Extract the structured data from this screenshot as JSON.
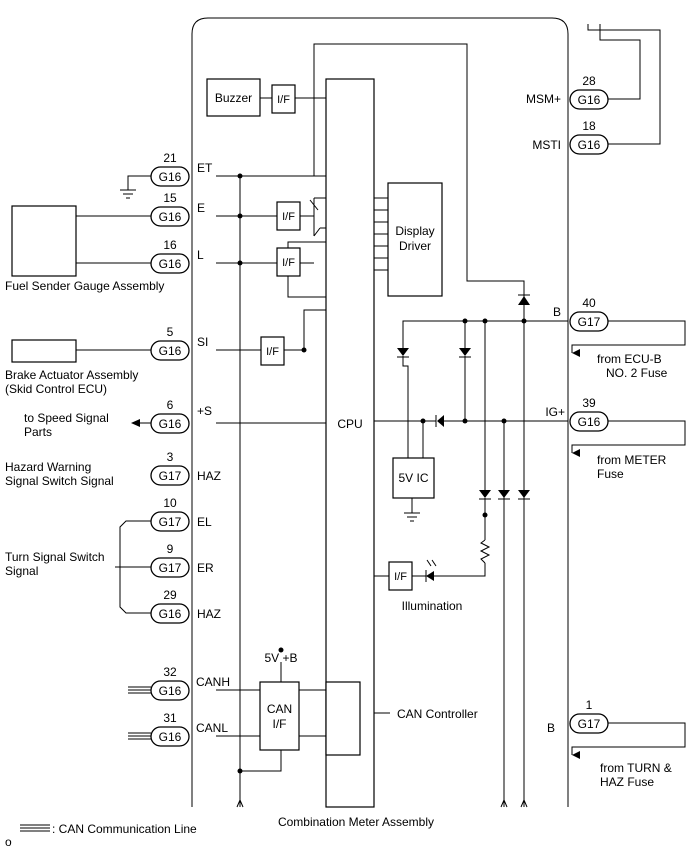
{
  "title": "Combination Meter Assembly",
  "legend": ": CAN Communication Line",
  "corner_mark": "o",
  "blocks": {
    "buzzer": "Buzzer",
    "interface": "I/F",
    "cpu": "CPU",
    "display_driver": [
      "Display",
      "Driver"
    ],
    "five_v_ic": "5V IC",
    "can_if": [
      "CAN",
      "I/F"
    ],
    "can_supply": "5V +B",
    "can_controller": "CAN Controller",
    "illumination": "Illumination"
  },
  "left_connectors": [
    {
      "id": "et",
      "pin": "21",
      "connector": "G16",
      "signal": "ET"
    },
    {
      "id": "e",
      "pin": "15",
      "connector": "G16",
      "signal": "E"
    },
    {
      "id": "l",
      "pin": "16",
      "connector": "G16",
      "signal": "L"
    },
    {
      "id": "si",
      "pin": "5",
      "connector": "G16",
      "signal": "SI"
    },
    {
      "id": "s",
      "pin": "6",
      "connector": "G16",
      "signal": "+S"
    },
    {
      "id": "haz1",
      "pin": "3",
      "connector": "G17",
      "signal": "HAZ"
    },
    {
      "id": "el",
      "pin": "10",
      "connector": "G17",
      "signal": "EL"
    },
    {
      "id": "er",
      "pin": "9",
      "connector": "G17",
      "signal": "ER"
    },
    {
      "id": "haz2",
      "pin": "29",
      "connector": "G16",
      "signal": "HAZ"
    },
    {
      "id": "canh",
      "pin": "32",
      "connector": "G16",
      "signal": "CANH"
    },
    {
      "id": "canl",
      "pin": "31",
      "connector": "G16",
      "signal": "CANL"
    }
  ],
  "right_connectors": [
    {
      "id": "msm",
      "pin": "28",
      "connector": "G16",
      "signal": "MSM+"
    },
    {
      "id": "msti",
      "pin": "18",
      "connector": "G16",
      "signal": "MSTI"
    },
    {
      "id": "b1",
      "pin": "40",
      "connector": "G17",
      "signal": "B"
    },
    {
      "id": "ig",
      "pin": "39",
      "connector": "G16",
      "signal": "IG+"
    },
    {
      "id": "b2",
      "pin": "1",
      "connector": "G17",
      "signal": "B"
    }
  ],
  "external": {
    "fuel_sender": "Fuel Sender Gauge Assembly",
    "brake_actuator": [
      "Brake Actuator Assembly",
      "(Skid Control ECU)"
    ],
    "speed_signal": [
      "to Speed Signal",
      "Parts"
    ],
    "hazard_switch": [
      "Hazard Warning",
      "Signal Switch Signal"
    ],
    "turn_switch": [
      "Turn  Signal Switch",
      "Signal"
    ],
    "ecu_b_fuse": [
      "from ECU-B",
      "NO. 2 Fuse"
    ],
    "meter_fuse": [
      "from METER",
      "Fuse"
    ],
    "turn_haz_fuse": [
      "from TURN  &",
      "HAZ Fuse"
    ]
  }
}
